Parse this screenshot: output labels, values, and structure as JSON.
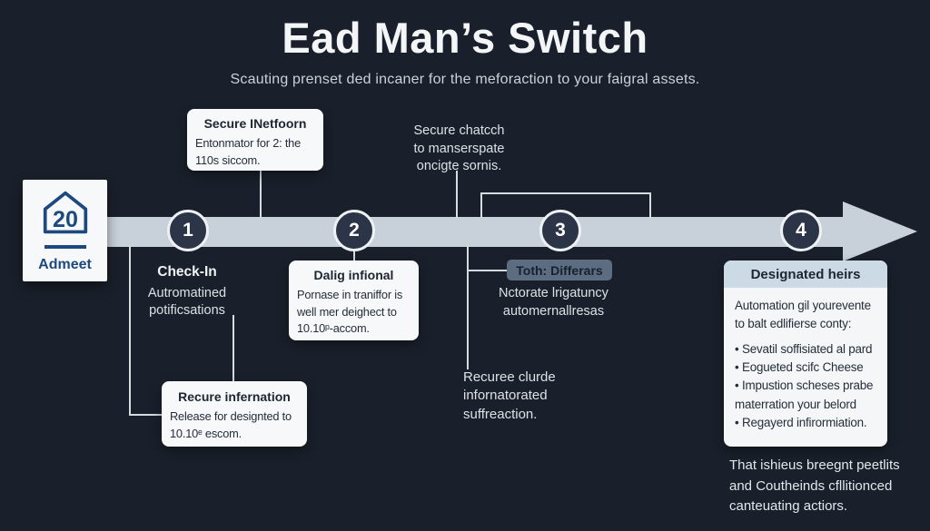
{
  "page": {
    "title": "Ead Man’s Switch",
    "subtitle": "Scauting prenset ded incaner for the meforaction to your faigral assets."
  },
  "brand": {
    "icon": "house-20-icon",
    "icon_number": "20",
    "name": "Admeet"
  },
  "timeline": {
    "steps": [
      "1",
      "2",
      "3",
      "4"
    ]
  },
  "callout_secure_netform": {
    "title": "Secure INetfoorn",
    "lines": [
      "Entonmator for 2: the",
      "110s siccom."
    ]
  },
  "note_secure_chatch": {
    "lines": [
      "Secure chatcch",
      "to manserspate",
      "oncigte sornis."
    ]
  },
  "step1_note": {
    "title": "Check-In",
    "lines": [
      "Autromatined",
      "potificsations"
    ]
  },
  "callout_dalig": {
    "title": "Dalig infional",
    "lines": [
      "Pornase in traniffor is",
      "well mer deighect to",
      "10.10ᵖ-accom."
    ]
  },
  "callout_recure": {
    "title": "Recure infernation",
    "lines": [
      "Release for designted to",
      "10.10ᵉ escom."
    ]
  },
  "step3_badge": {
    "label": "Toth: Differars",
    "lines": [
      "Nctorate lrigatuncy",
      "automernallresas"
    ]
  },
  "note_recuree": {
    "lines": [
      "Recuree clurde",
      "infornatorated",
      "suffreaction."
    ]
  },
  "heirs_panel": {
    "title": "Designated heirs",
    "intro": [
      "Automation gil yourevente",
      "to balt edlifierse conty:"
    ],
    "bullets": [
      "Sevatil soffisiated al pard",
      "Eogueted scifc Cheese",
      "Impustion scheses prabe materration your belord",
      "Regayerd infirormiation."
    ]
  },
  "footnote": {
    "lines": [
      "That ishieus breegnt peetlits",
      "and Coutheinds cfllitionced",
      "canteuating actiors."
    ]
  },
  "colors": {
    "background": "#1a202b",
    "timeline_band": "#c8d1d9",
    "circle_fill": "#2b3547",
    "card_bg": "#f7f8fa",
    "card_text": "#242e3b",
    "badge_bg": "#5c6d82",
    "panel_header_bg": "#ccdae6",
    "brand_navy": "#1d4a7e",
    "connector": "#d7dbe0"
  }
}
